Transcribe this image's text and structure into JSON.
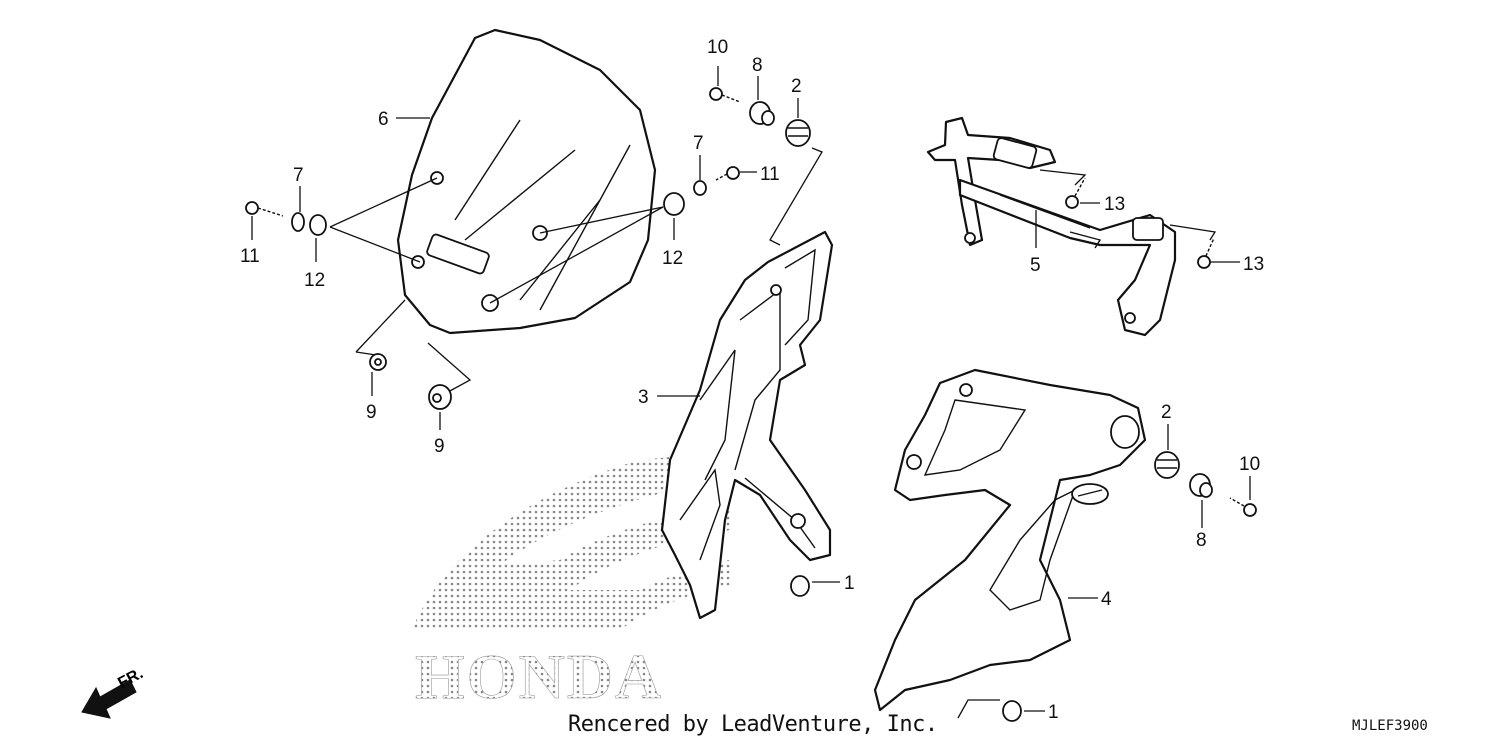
{
  "diagram": {
    "watermark": "HONDA",
    "direction_label": "FR.",
    "credit": "Rencered by LeadVenture, Inc.",
    "diagram_code": "MJLEF3900",
    "callouts": {
      "c6": "6",
      "c7a": "7",
      "c11a": "11",
      "c12a": "12",
      "c9a": "9",
      "c9b": "9",
      "c10a": "10",
      "c8a": "8",
      "c2a": "2",
      "c7b": "7",
      "c11b": "11",
      "c12b": "12",
      "c3": "3",
      "c1a": "1",
      "c5": "5",
      "c13a": "13",
      "c13b": "13",
      "c2b": "2",
      "c10b": "10",
      "c8b": "8",
      "c4": "4",
      "c1b": "1"
    }
  }
}
